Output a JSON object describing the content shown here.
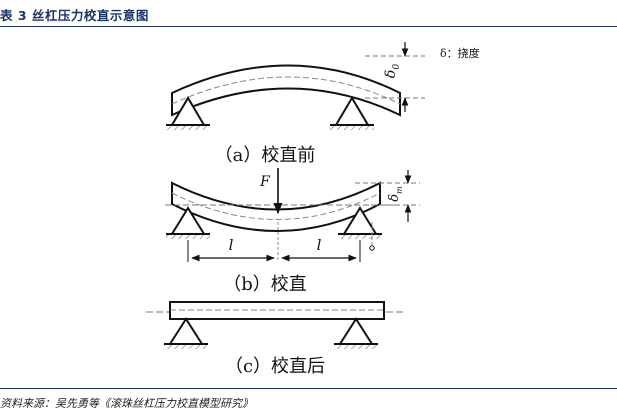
{
  "header": {
    "figure_title": "表 3  丝杠压力校直示意图"
  },
  "diagram": {
    "legend": "δ：挠度",
    "delta0_label": "δ",
    "delta0_sub": "0",
    "delta_m_label": "δ",
    "delta_m_sub": "m",
    "force_label": "F",
    "span_label_left": "l",
    "span_label_right": "l",
    "caption_a": "（a）校直前",
    "caption_b": "（b）校直",
    "caption_c": "（c）校直后"
  },
  "footer": {
    "source": "资料来源：吴先勇等《滚珠丝杠压力校直模型研究》"
  }
}
